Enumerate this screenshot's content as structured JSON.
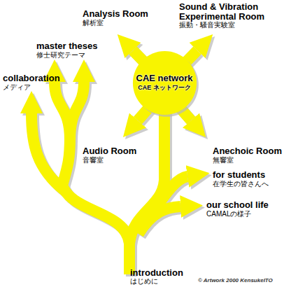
{
  "diagram": {
    "nodes": [
      {
        "text": [
          "CAE network",
          "CAE ネットワーク"
        ]
      }
    ],
    "labels": [
      "Analysis Room",
      "解析室",
      "Sound & Vibration Experimental Room",
      "振動・騒音実験室",
      "master theses",
      "修士研究テーマ",
      "collaboration",
      "メディア",
      "Audio Room",
      "音響室",
      "Anechoic Room",
      "無響室",
      "for students",
      "在学生の皆さんへ",
      "our school life",
      "CAMALの様子",
      "introduction",
      "はじめに",
      "© Artwork 2000 KensukeITO"
    ]
  }
}
